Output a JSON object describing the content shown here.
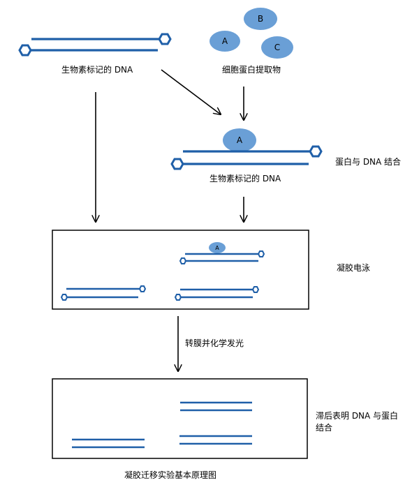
{
  "labels": {
    "biotin_dna_top": "生物素标记的 DNA",
    "cell_extract": "细胞蛋白提取物",
    "protein_dna_binding": "蛋白与 DNA 结合",
    "biotin_dna_mid": "生物素标记的 DNA",
    "gel_electrophoresis": "凝胶电泳",
    "transfer_chemiluminescence": "转膜并化学发光",
    "shift_note_line1": "滞后表明 DNA 与蛋白",
    "shift_note_line2": "结合",
    "caption": "凝胶迁移实验基本原理图"
  },
  "proteins": {
    "a": "A",
    "b": "B",
    "c": "C",
    "bound": "A",
    "gel_bound": "A"
  },
  "colors": {
    "dna": "#1f5fa8",
    "protein": "#6a9fd6",
    "arrow": "#000000"
  }
}
